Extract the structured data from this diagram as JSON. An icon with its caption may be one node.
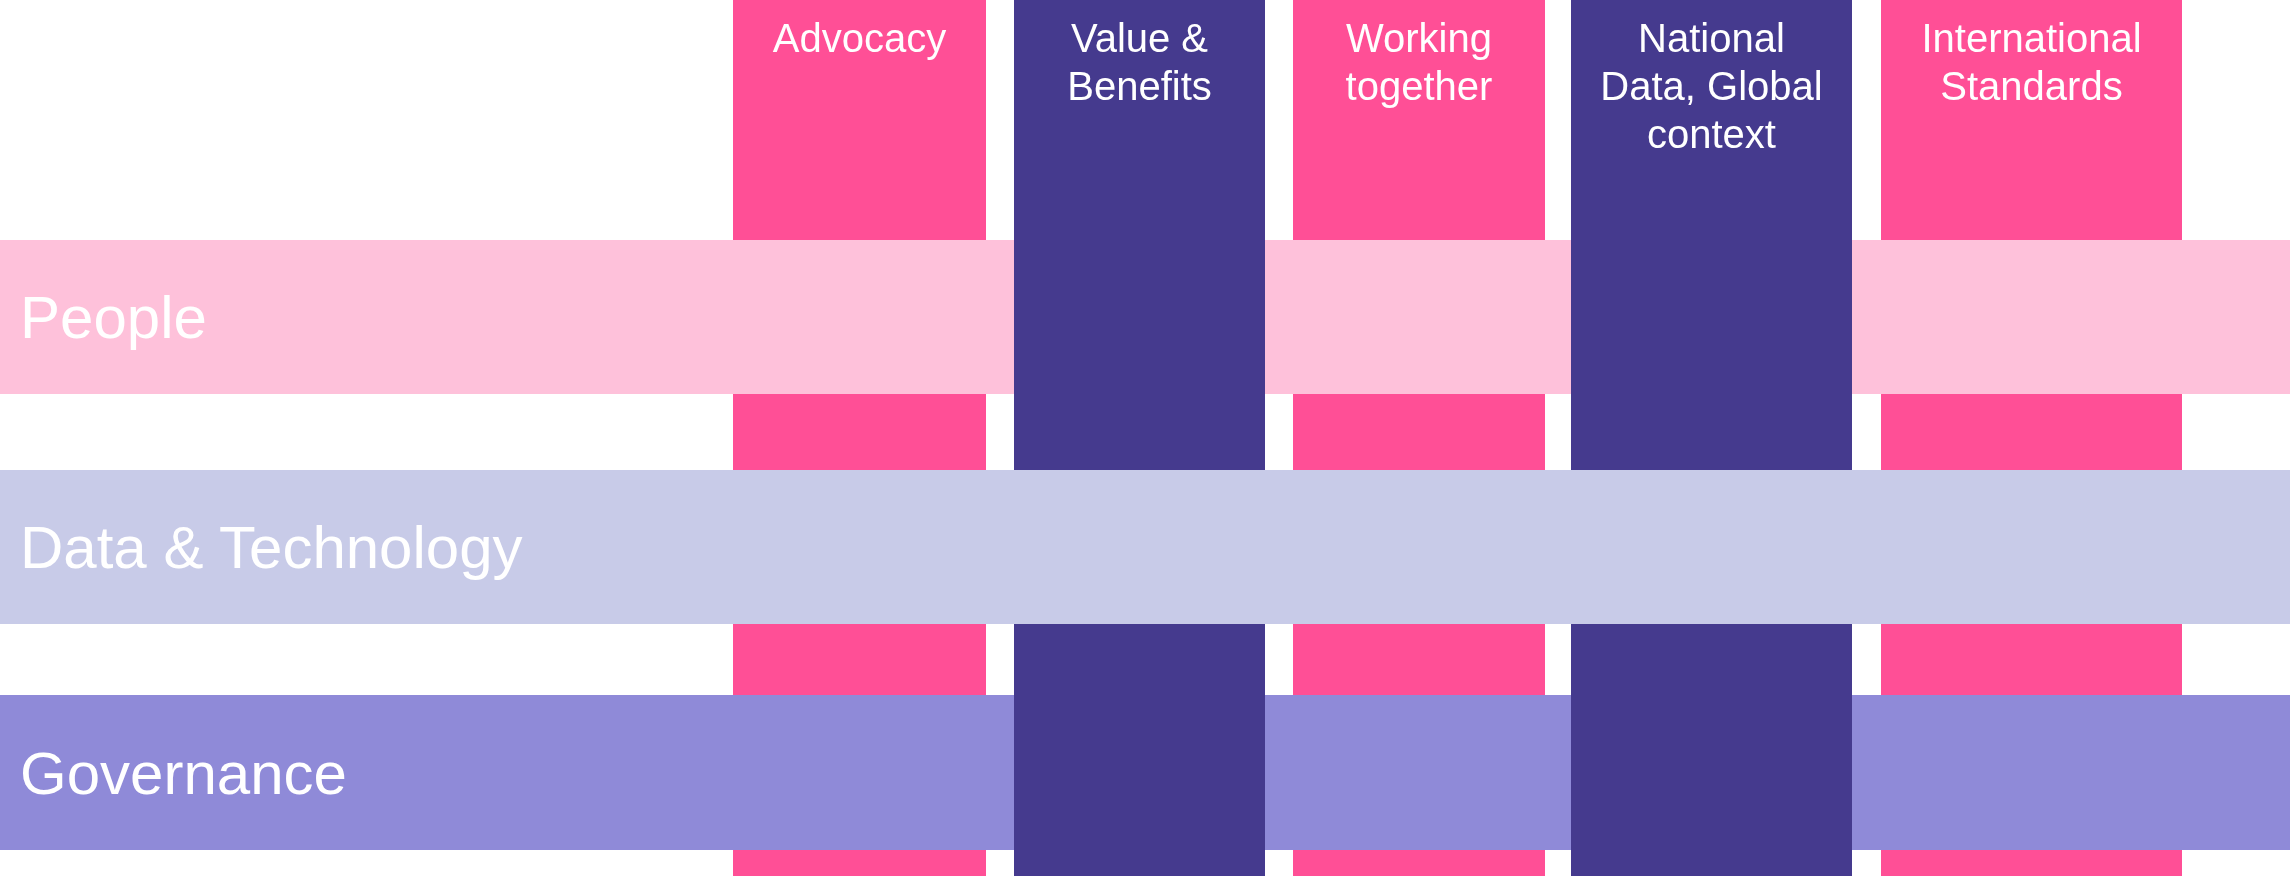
{
  "diagram": {
    "nodes": [
      {
        "text": [
          "Advocacy"
        ]
      },
      {
        "text": [
          "Value & Benefits"
        ]
      },
      {
        "text": [
          "Working together"
        ]
      },
      {
        "text": [
          "National Data, Global context"
        ]
      },
      {
        "text": [
          "International Standards"
        ]
      },
      {
        "text": [
          "People"
        ]
      },
      {
        "text": [
          "Data & Technology"
        ]
      },
      {
        "text": [
          "Governance"
        ]
      },
      {
        "text": [],
        "shape": "bar"
      },
      {
        "text": [],
        "shape": "bar"
      },
      {
        "text": [],
        "shape": "bar"
      },
      {
        "text": [],
        "shape": "bar"
      },
      {
        "text": [],
        "shape": "bar"
      },
      {
        "text": [],
        "shape": "bar"
      },
      {
        "text": [],
        "shape": "bar"
      },
      {
        "text": [],
        "shape": "bar"
      },
      {
        "text": [],
        "shape": "bar"
      },
      {
        "text": [],
        "shape": "bar"
      },
      {
        "text": [],
        "shape": "bar"
      }
    ]
  }
}
